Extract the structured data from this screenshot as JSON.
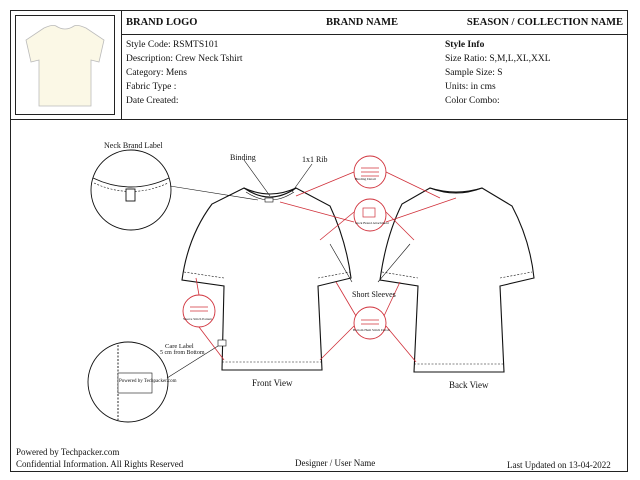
{
  "header": {
    "brand_logo": "BRAND LOGO",
    "brand_name": "BRAND NAME",
    "season": "SEASON / COLLECTION NAME"
  },
  "style": {
    "code": "Style Code: RSMTS101",
    "description": "Description: Crew Neck Tshirt",
    "category": "Category: Mens",
    "fabric": "Fabric Type :",
    "date": "Date Created:"
  },
  "info": {
    "title": "Style Info",
    "size_ratio": "Size Ratio: S,M,L,XL,XXL",
    "sample_size": "Sample Size: S",
    "units": "Units: in cms",
    "color_combo": "Color Combo:"
  },
  "callouts": {
    "neck_label": "Neck Brand Label",
    "binding": "Binding",
    "rib": "1x1 Rib",
    "short_sleeves": "Short Sleeves",
    "care_label": "Care Label",
    "care_label_pos": "5 cm from Bottom",
    "care_tag_text": "Powered by Techpacker.com",
    "circle_top": "Binding Detail",
    "circle_mid": "Neck Brand Attachment",
    "circle_side": "Sleeve Stitch Pattern",
    "circle_bottom": "Bottom Hem Stitch Detail"
  },
  "views": {
    "front": "Front View",
    "back": "Back View"
  },
  "footer": {
    "powered": "Powered by Techpacker.com",
    "confidential": "Confidential Information. All Rights Reserved",
    "designer": "Designer / User Name",
    "updated": "Last Updated on 13-04-2022"
  },
  "colors": {
    "accent": "#d0303a",
    "line": "#222222",
    "garment": "#fbf8e6"
  }
}
